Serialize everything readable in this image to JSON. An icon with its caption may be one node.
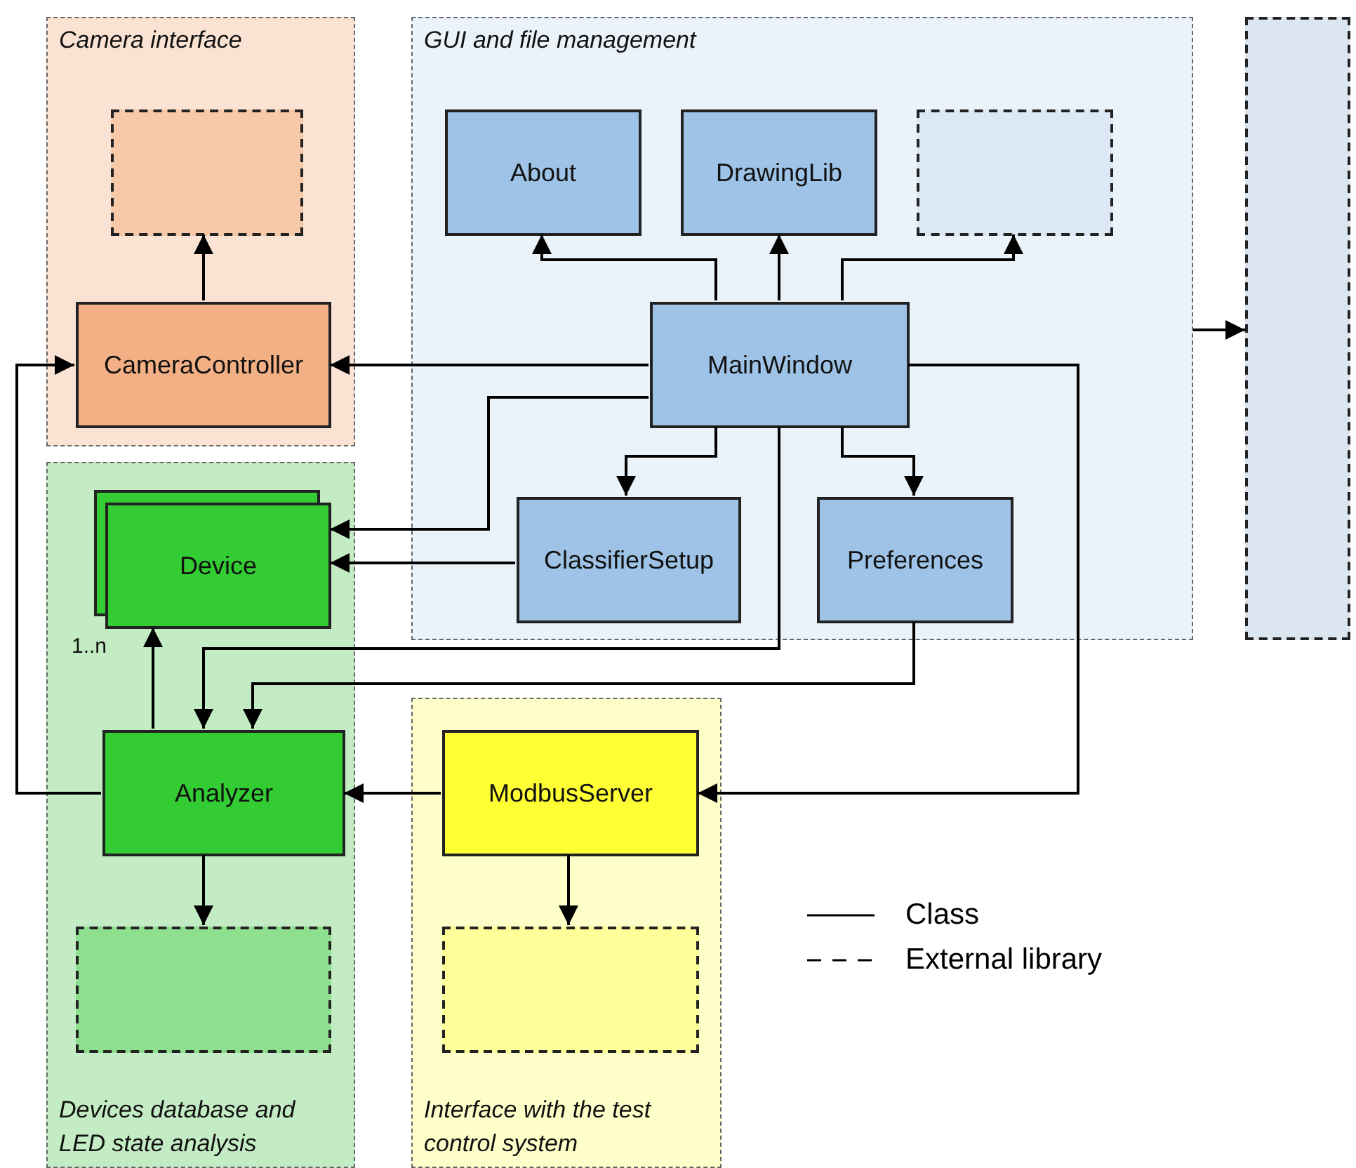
{
  "diagram": {
    "nodes": [
      {
        "text": [
          "Camera interface"
        ]
      },
      {
        "text": [],
        "shape": "box",
        "in": 0
      },
      {
        "text": [
          "CameraController"
        ],
        "in": 0
      },
      {
        "text": [
          "GUI and file management"
        ]
      },
      {
        "text": [
          "About"
        ],
        "in": 3
      },
      {
        "text": [
          "DrawingLib"
        ],
        "in": 3
      },
      {
        "text": [],
        "shape": "box",
        "in": 3
      },
      {
        "text": [
          "MainWindow"
        ],
        "in": 3
      },
      {
        "text": [
          "ClassifierSetup"
        ],
        "in": 3
      },
      {
        "text": [
          "Preferences"
        ],
        "in": 3
      },
      {
        "text": [],
        "shape": "box"
      },
      {
        "text": [
          "Devices database and LED state analysis"
        ]
      },
      {
        "text": [
          "Device"
        ],
        "in": 11,
        "beside": [
          "1..n"
        ]
      },
      {
        "text": [
          "Analyzer"
        ],
        "in": 11
      },
      {
        "text": [],
        "shape": "box",
        "in": 11
      },
      {
        "text": [
          "Interface with the test control system"
        ]
      },
      {
        "text": [
          "ModbusServer"
        ],
        "in": 15
      },
      {
        "text": [],
        "shape": "box",
        "in": 15
      }
    ],
    "edges": [
      {
        "from": 2,
        "to": 1,
        "arrow": "to"
      },
      {
        "from": 7,
        "to": 4,
        "arrow": "to"
      },
      {
        "from": 7,
        "to": 5,
        "arrow": "to"
      },
      {
        "from": 7,
        "to": 6,
        "arrow": "to"
      },
      {
        "from": 3,
        "to": 10,
        "arrow": "to"
      },
      {
        "from": 7,
        "to": 2,
        "arrow": "to"
      },
      {
        "from": 7,
        "to": 12,
        "arrow": "to"
      },
      {
        "from": 8,
        "to": 12,
        "arrow": "to"
      },
      {
        "from": 7,
        "to": 8,
        "arrow": "to"
      },
      {
        "from": 7,
        "to": 9,
        "arrow": "to"
      },
      {
        "from": 7,
        "to": 13,
        "arrow": "to"
      },
      {
        "from": 9,
        "to": 13,
        "arrow": "to"
      },
      {
        "from": 7,
        "to": 16,
        "arrow": "to"
      },
      {
        "from": 13,
        "to": 12,
        "arrow": "to"
      },
      {
        "from": 13,
        "to": 2,
        "arrow": "to"
      },
      {
        "from": 16,
        "to": 13,
        "arrow": "to"
      },
      {
        "from": 13,
        "to": 14,
        "arrow": "to"
      },
      {
        "from": 16,
        "to": 17,
        "arrow": "to"
      }
    ],
    "legend": [
      {
        "text": "Class"
      },
      {
        "text": "External library"
      }
    ]
  }
}
